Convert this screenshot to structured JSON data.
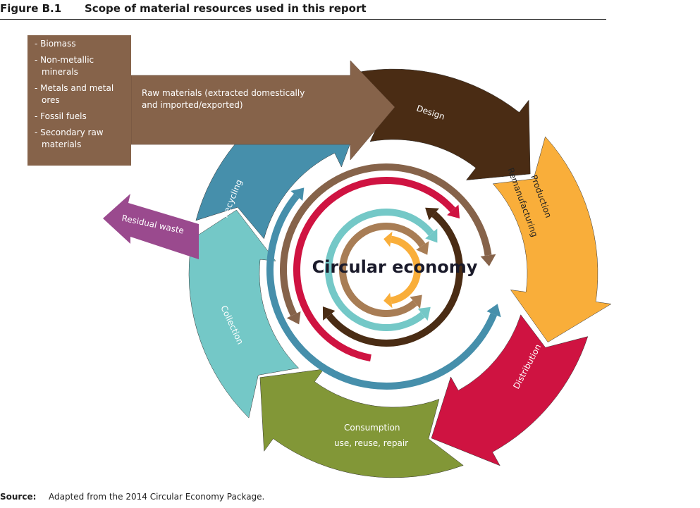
{
  "figure": {
    "number": "Figure B.1",
    "title": "Scope of material resources used in this report"
  },
  "materials_box": {
    "items": [
      "- Biomass",
      "- Non-metallic minerals",
      "- Metals and metal ores",
      "- Fossil fuels",
      "- Secondary raw materials"
    ]
  },
  "raw_materials_arrow": {
    "line1": "Raw materials (extracted domestically",
    "line2": "and imported/exported)"
  },
  "cycle": {
    "design": "Design",
    "production": "Production",
    "remanufacturing": "Remanufacturing",
    "distribution": "Distribution",
    "consumption": "Consumption",
    "consumption_sub": "use, reuse, repair",
    "collection": "Collection",
    "recycling": "Recycling",
    "residual_waste": "Residual waste",
    "center": "Circular economy"
  },
  "colors": {
    "raw": "#86634a",
    "design": "#4a2c14",
    "production": "#f9ae3a",
    "distribution": "#cf1341",
    "consumption": "#829737",
    "collection": "#74c8c7",
    "recycling": "#468fab",
    "residual": "#9a4a8e"
  },
  "source": {
    "label": "Source:",
    "text": "Adapted from the 2014 Circular Economy Package."
  }
}
